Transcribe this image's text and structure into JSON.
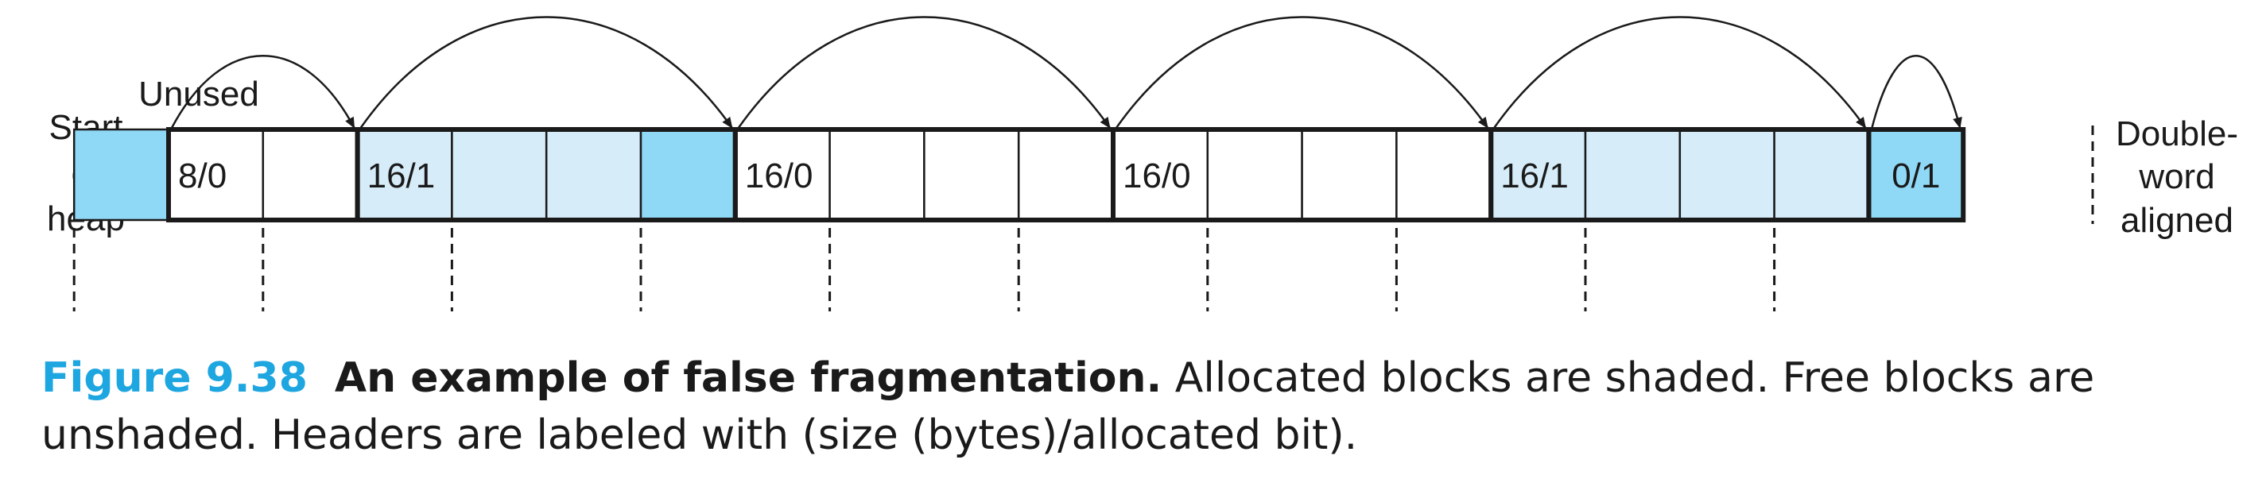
{
  "diagram": {
    "start_label_lines": [
      "Start",
      "of",
      "heap"
    ],
    "unused_label": "Unused",
    "end_label_lines": [
      "Double-",
      "word",
      "aligned"
    ],
    "words": [
      {
        "header": "",
        "state": "unused"
      },
      {
        "header": "8/0",
        "state": "free"
      },
      {
        "header": "",
        "state": "free"
      },
      {
        "header": "16/1",
        "state": "allocated"
      },
      {
        "header": "",
        "state": "allocated"
      },
      {
        "header": "",
        "state": "allocated"
      },
      {
        "header": "",
        "state": "padding"
      },
      {
        "header": "16/0",
        "state": "free"
      },
      {
        "header": "",
        "state": "free"
      },
      {
        "header": "",
        "state": "free"
      },
      {
        "header": "",
        "state": "free"
      },
      {
        "header": "16/0",
        "state": "free"
      },
      {
        "header": "",
        "state": "free"
      },
      {
        "header": "",
        "state": "free"
      },
      {
        "header": "",
        "state": "free"
      },
      {
        "header": "16/1",
        "state": "allocated"
      },
      {
        "header": "",
        "state": "allocated"
      },
      {
        "header": "",
        "state": "allocated"
      },
      {
        "header": "",
        "state": "allocated"
      },
      {
        "header": "0/1",
        "state": "epilogue"
      }
    ],
    "block_boundaries": [
      1,
      3,
      7,
      11,
      15,
      19,
      20
    ],
    "colors": {
      "allocated": "#d6ecf9",
      "dark": "#8fd8f6",
      "free": "#ffffff",
      "stroke": "#1a1a1a"
    }
  },
  "caption": {
    "figure_number": "Figure 9.38",
    "title": "An example of false fragmentation.",
    "text": "Allocated blocks are shaded. Free blocks are unshaded. Headers are labeled with (size (bytes)/allocated bit)."
  }
}
